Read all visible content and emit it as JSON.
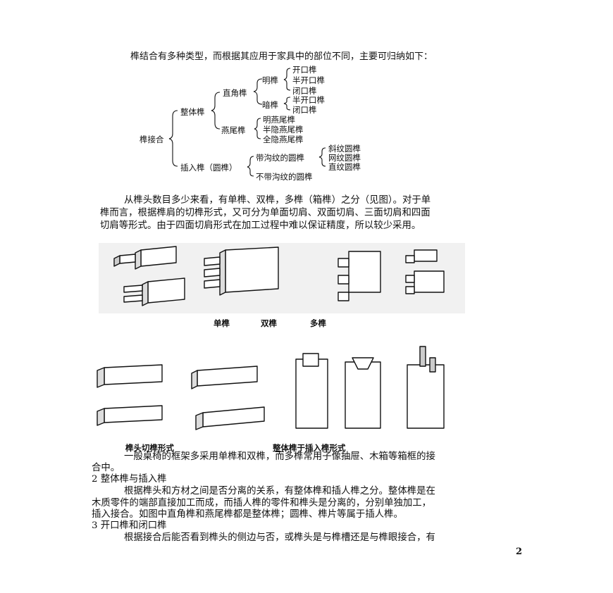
{
  "intro": "榫结合有多种类型，而根据其应用于家具中的部位不同，主要可归纳如下：",
  "tree": {
    "root": "榫接合",
    "whole": "整体榫",
    "right_angle": "直角榫",
    "open": "明榫",
    "open_items": [
      "开口榫",
      "半开口榫",
      "闭口榫"
    ],
    "hidden": "暗榫",
    "hidden_items": [
      "半开口榫",
      "闭口榫"
    ],
    "dovetail": "燕尾榫",
    "dovetail_items": [
      "明燕尾榫",
      "半隐燕尾榫",
      "全隐燕尾榫"
    ],
    "insert": "插入榫（圆榫）",
    "grooved": "带沟纹的圆榫",
    "grooved_items": [
      "斜纹圆榫",
      "网纹圆榫",
      "直纹圆榫"
    ],
    "non_grooved": "不带沟纹的圆榫"
  },
  "para1": [
    "从榫头数目多少来看，有单榫、双榫，多榫（箱榫）之分（见图）。对于单",
    "榫而言，根据榫肩的切榫形式，又可分为单面切肩、双面切肩、三面切肩和四面",
    "切肩等形式。由于四面切肩形式在加工过程中难以保证精度，所以较少采用。"
  ],
  "fig1_labels": [
    "单榫",
    "双榫",
    "多榫"
  ],
  "fig2_labels": [
    "榫头切榫形式",
    "整体榫于插入榫形式"
  ],
  "para2": [
    "一般桌椅的框架多采用单榫和双榫，而多榫常用子像抽屉、木箱等箱框的接",
    "合中。"
  ],
  "heading2": "2  整体榫与插入榫",
  "para3": [
    "根据榫头和方材之间是否分离的关系，有整体榫和插人榫之分。整体榫是在",
    "木质零件的端部直接加工而成，而插人榫的零件和榫头是分离的，分别单独加工，",
    "插入接合。如图中直角榫和燕尾榫都是整体榫；圆榫、榫片等属于插人榫。"
  ],
  "heading3": "3  开口榫和闭口榫",
  "para4": "根据接合后能否看到榫头的侧边与否，或榫头是与榫槽还是与榫眼接合，有",
  "page_number": "2"
}
